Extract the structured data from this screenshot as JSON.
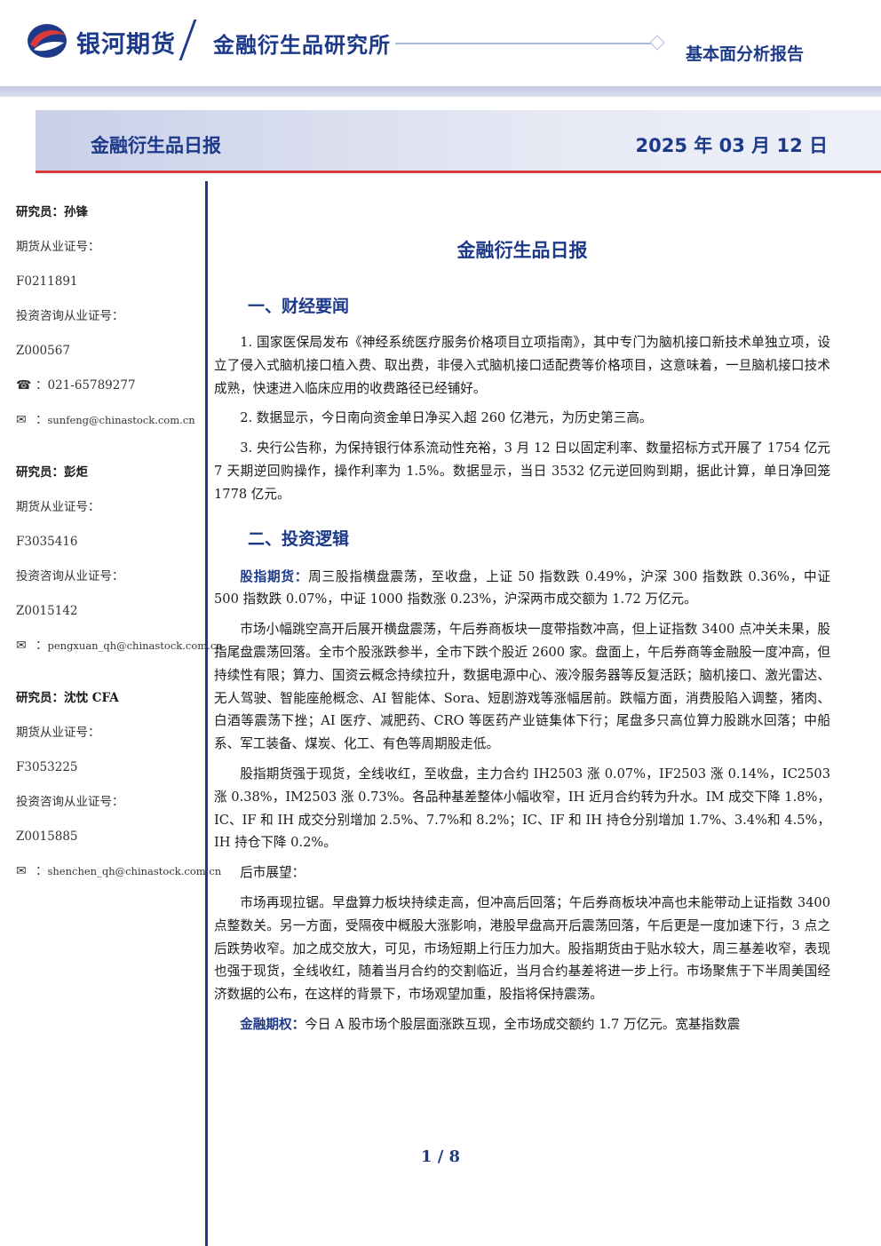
{
  "header": {
    "company": "银河期货",
    "institute": "金融衍生品研究所",
    "report_type": "基本面分析报告"
  },
  "title_band": {
    "title": "金融衍生品日报",
    "date": "2025 年 03 月 12 日"
  },
  "sidebar": {
    "analysts": [
      {
        "name": "研究员：孙锋",
        "futures_label": "期货从业证号：",
        "futures_no": "F0211891",
        "consult_label": "投资咨询从业证号：",
        "consult_no": "Z000567",
        "phone": "021-65789277",
        "email": "sunfeng@chinastock.com.cn"
      },
      {
        "name": "研究员：彭炬",
        "futures_label": "期货从业证号：",
        "futures_no": "F3035416",
        "consult_label": "投资咨询从业证号：",
        "consult_no": "Z0015142",
        "email": "pengxuan_qh@chinastock.com.cn"
      },
      {
        "name": "研究员：沈忱 CFA",
        "futures_label": "期货从业证号：",
        "futures_no": "F3053225",
        "consult_label": "投资咨询从业证号：",
        "consult_no": "Z0015885",
        "email": "shenchen_qh@chinastock.com.cn"
      }
    ]
  },
  "main": {
    "doc_title": "金融衍生品日报",
    "section1": {
      "heading": "一、财经要闻",
      "paras": [
        "1. 国家医保局发布《神经系统医疗服务价格项目立项指南》，其中专门为脑机接口新技术单独立项，设立了侵入式脑机接口植入费、取出费，非侵入式脑机接口适配费等价格项目，这意味着，一旦脑机接口技术成熟，快速进入临床应用的收费路径已经铺好。",
        "2. 数据显示，今日南向资金单日净买入超 260 亿港元，为历史第三高。",
        "3. 央行公告称，为保持银行体系流动性充裕，3 月 12 日以固定利率、数量招标方式开展了 1754 亿元 7 天期逆回购操作，操作利率为 1.5%。数据显示，当日 3532 亿元逆回购到期，据此计算，单日净回笼 1778 亿元。"
      ]
    },
    "section2": {
      "heading": "二、投资逻辑",
      "p1_label": "股指期货：",
      "p1_text": "周三股指横盘震荡，至收盘，上证 50 指数跌 0.49%，沪深 300 指数跌 0.36%，中证 500 指数跌 0.07%，中证 1000 指数涨 0.23%，沪深两市成交额为 1.72 万亿元。",
      "p2": "市场小幅跳空高开后展开横盘震荡，午后券商板块一度带指数冲高，但上证指数 3400 点冲关未果，股指尾盘震荡回落。全市个股涨跌参半，全市下跌个股近 2600 家。盘面上，午后券商等金融股一度冲高，但持续性有限；算力、国资云概念持续拉升，数据电源中心、液冷服务器等反复活跃；脑机接口、激光雷达、无人驾驶、智能座舱概念、AI 智能体、Sora、短剧游戏等涨幅居前。跌幅方面，消费股陷入调整，猪肉、白酒等震荡下挫；AI 医疗、减肥药、CRO 等医药产业链集体下行；尾盘多只高位算力股跳水回落；中船系、军工装备、煤炭、化工、有色等周期股走低。",
      "p3": "股指期货强于现货，全线收红，至收盘，主力合约 IH2503 涨 0.07%，IF2503 涨 0.14%，IC2503 涨 0.38%，IM2503 涨 0.73%。各品种基差整体小幅收窄，IH 近月合约转为升水。IM 成交下降 1.8%，IC、IF 和 IH 成交分别增加 2.5%、7.7%和 8.2%；IC、IF 和 IH 持仓分别增加 1.7%、3.4%和 4.5%，IH 持仓下降 0.2%。",
      "p4": "后市展望：",
      "p5": "市场再现拉锯。早盘算力板块持续走高，但冲高后回落；午后券商板块冲高也未能带动上证指数 3400 点整数关。另一方面，受隔夜中概股大涨影响，港股早盘高开后震荡回落，午后更是一度加速下行，3 点之后跌势收窄。加之成交放大，可见，市场短期上行压力加大。股指期货由于贴水较大，周三基差收窄，表现也强于现货，全线收红，随着当月合约的交割临近，当月合约基差将进一步上行。市场聚焦于下半周美国经济数据的公布，在这样的背景下，市场观望加重，股指将保持震荡。",
      "p6_label": "金融期权：",
      "p6_text": "今日 A 股市场个股层面涨跌互现，全市场成交额约 1.7 万亿元。宽基指数震"
    }
  },
  "footer": {
    "page": "1 / 8"
  }
}
